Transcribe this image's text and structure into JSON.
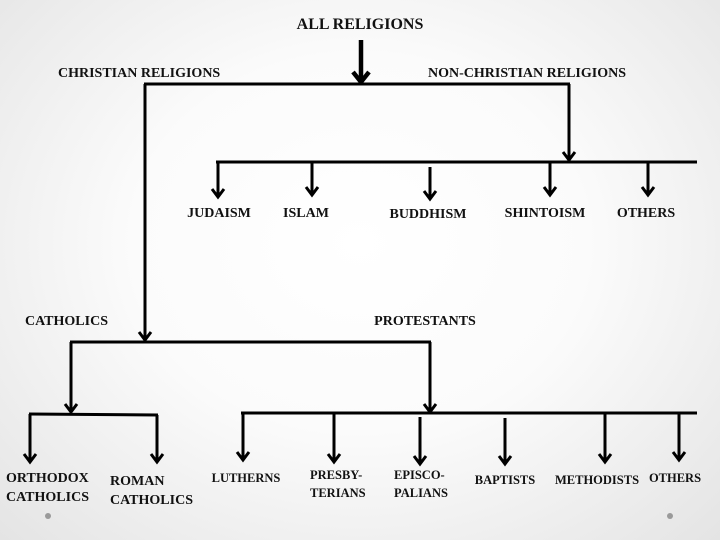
{
  "root": {
    "label": "ALL RELIGIONS"
  },
  "branches": {
    "christian": "CHRISTIAN RELIGIONS",
    "non_christian": "NON-CHRISTIAN RELIGIONS"
  },
  "non_christian_children": [
    "JUDAISM",
    "ISLAM",
    "BUDDHISM",
    "SHINTOISM",
    "OTHERS"
  ],
  "christian_children": {
    "catholics": "CATHOLICS",
    "protestants": "PROTESTANTS"
  },
  "catholic_children": [
    {
      "line1": "ORTHODOX",
      "line2": "CATHOLICS"
    },
    {
      "line1": "ROMAN",
      "line2": "CATHOLICS"
    }
  ],
  "protestant_children": [
    {
      "line1": "LUTHERNS"
    },
    {
      "line1": "PRESBY-",
      "line2": "TERIANS"
    },
    {
      "line1": "EPISCO-",
      "line2": "PALIANS"
    },
    {
      "line1": "BAPTISTS"
    },
    {
      "line1": "METHODISTS"
    },
    {
      "line1": "OTHERS"
    }
  ],
  "colors": {
    "line": "#000000",
    "text": "#111111",
    "bullet": "#9a9a9a"
  }
}
